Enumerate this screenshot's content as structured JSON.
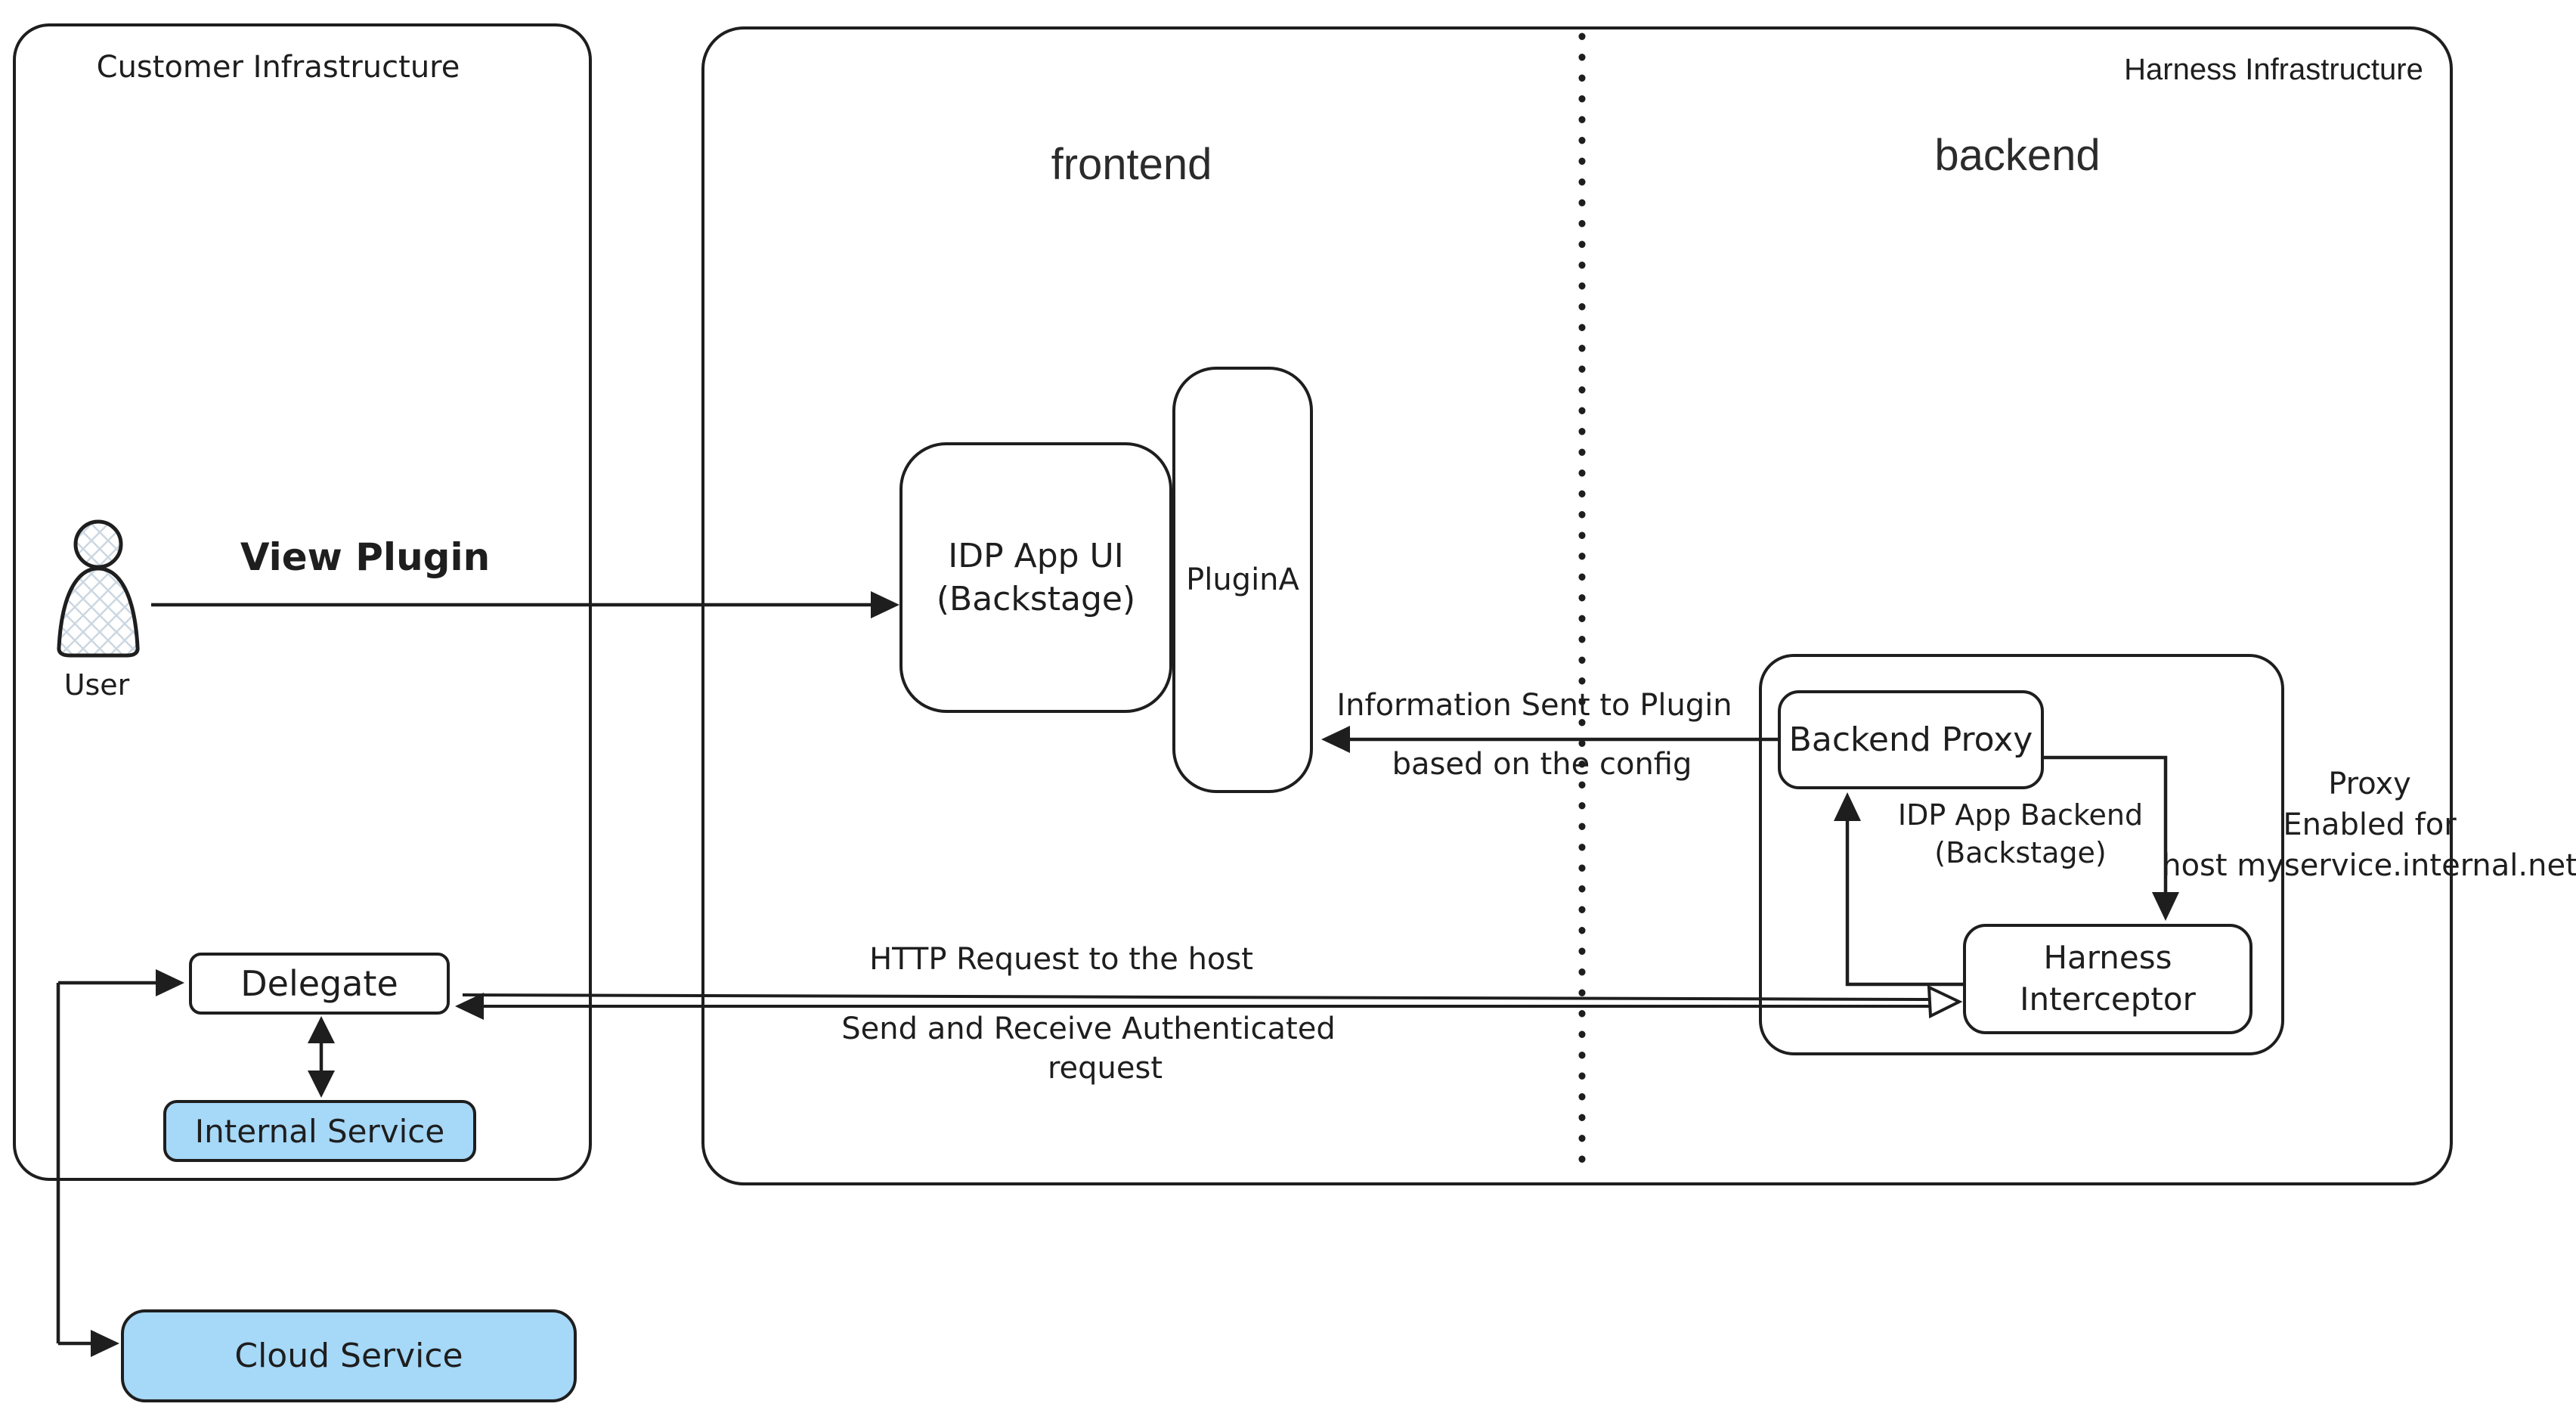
{
  "colors": {
    "stroke": "#1e1e1e",
    "accent_fill": "#a6d8f8",
    "node_fill": "#ffffff",
    "hatch_fill": "#ccd7e2"
  },
  "zones": {
    "customer": {
      "title": "Customer Infrastructure"
    },
    "harness": {
      "title": "Harness Infrastructure",
      "sections": {
        "frontend": "frontend",
        "backend": "backend"
      }
    }
  },
  "nodes": {
    "user": {
      "label": "User"
    },
    "idp_app_ui": {
      "line1": "IDP App UI",
      "line2": "(Backstage)"
    },
    "plugin_a": {
      "label": "PluginA"
    },
    "backend_proxy": {
      "label": "Backend Proxy"
    },
    "idp_app_backend": {
      "line1": "IDP App Backend",
      "line2": "(Backstage)"
    },
    "harness_interceptor": {
      "line1": "Harness",
      "line2": "Interceptor"
    },
    "delegate": {
      "label": "Delegate"
    },
    "internal_service": {
      "label": "Internal Service"
    },
    "cloud_service": {
      "label": "Cloud Service"
    }
  },
  "edges": {
    "view_plugin": {
      "label": "View Plugin"
    },
    "info_to_plugin": {
      "line1": "Information Sent to Plugin",
      "line2": "based on the config"
    },
    "http_request": {
      "label": "HTTP Request to the host"
    },
    "auth_request": {
      "line1": "Send and Receive Authenticated",
      "line2": "request"
    },
    "proxy_enabled": {
      "line1": "Proxy",
      "line2": "Enabled for",
      "line3": "host myservice.internal.net"
    }
  }
}
